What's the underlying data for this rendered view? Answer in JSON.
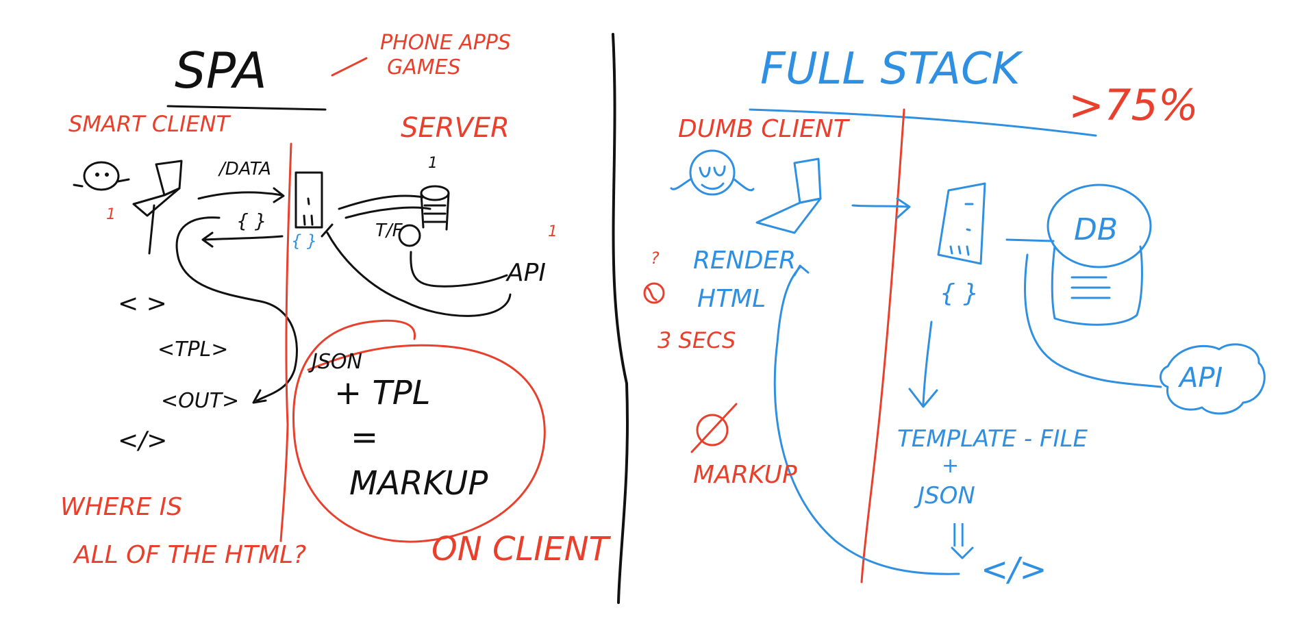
{
  "left": {
    "title": "SPA",
    "note_line1": "PHONE APPS",
    "note_line2": "GAMES",
    "smart_client": "SMART CLIENT",
    "server": "SERVER",
    "data_label": "/DATA",
    "braces_small": "{ }",
    "braces_blue": "{ }",
    "tk_label": "T/F",
    "api": "API",
    "count_client": "1",
    "count_server": "1",
    "count_api": "1",
    "tag_open": "< >",
    "tag_tpl": "<TPL>",
    "tag_out": "<OUT>",
    "tag_close": "</>",
    "json": "JSON",
    "formula_1": "+ TPL",
    "formula_2": "=",
    "formula_3": "MARKUP",
    "question_1": "WHERE IS",
    "question_2": "ALL OF THE HTML?",
    "answer": "ON CLIENT"
  },
  "right": {
    "title": "FULL STACK",
    "percent": ">75%",
    "dumb_client": "DUMB CLIENT",
    "question_mark": "?",
    "render_1": "RENDER",
    "render_2": "HTML",
    "secs": "3 SECS",
    "markup": "MARKUP",
    "db": "DB",
    "braces": "{ }",
    "api": "API",
    "template_1": "TEMPLATE - FILE",
    "template_2": "+",
    "template_3": "JSON",
    "template_4": "||",
    "result": "</>"
  },
  "colors": {
    "red": "#e8402c",
    "black": "#111111",
    "blue": "#2f8fe0"
  }
}
